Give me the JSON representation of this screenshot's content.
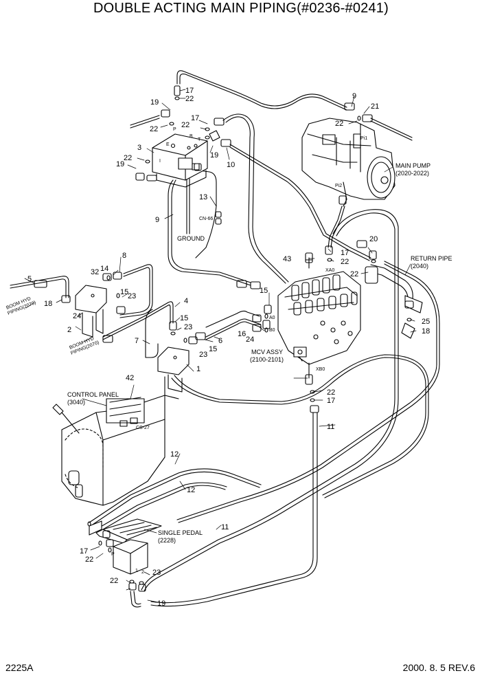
{
  "title": "DOUBLE ACTING MAIN PIPING(#0236-#0241)",
  "footer": {
    "page_code": "2225A",
    "date_rev": "2000. 8. 5 REV.6"
  },
  "labels": {
    "main_pump": [
      "MAIN PUMP",
      "(2020-2022)"
    ],
    "return_pipe": [
      "RETURN PIPE",
      "(2040)"
    ],
    "mcv_assy": [
      "MCV ASSY",
      "(2100-2101)"
    ],
    "control_panel": [
      "CONTROL PANEL",
      "(3040)"
    ],
    "single_pedal": [
      "SINGLE PEDAL",
      "(2228)"
    ],
    "boom_hyd_piping_1": [
      "BOOM HYD",
      "PIPING(2070)"
    ],
    "boom_hyd_piping_2": [
      "BOOM HYD",
      "PIPING(2070)"
    ],
    "ground": "GROUND",
    "cn66": "CN-66",
    "cs27": "CS-27"
  },
  "port_marks": [
    "P",
    "E",
    "B",
    "T",
    "I",
    "Pi1",
    "Pi2",
    "XA0",
    "A0",
    "B0",
    "XB0",
    "P",
    "1",
    "2"
  ],
  "callouts": [
    "1",
    "2",
    "3",
    "4",
    "5",
    "6",
    "7",
    "8",
    "9",
    "9",
    "10",
    "11",
    "11",
    "12",
    "12",
    "13",
    "14",
    "15",
    "15",
    "15",
    "15",
    "16",
    "17",
    "17",
    "17",
    "17",
    "17",
    "18",
    "18",
    "19",
    "19",
    "19",
    "19",
    "20",
    "21",
    "22",
    "22",
    "22",
    "22",
    "22",
    "22",
    "22",
    "22",
    "22",
    "22",
    "23",
    "23",
    "23",
    "23",
    "24",
    "24",
    "25",
    "32",
    "42",
    "43"
  ]
}
